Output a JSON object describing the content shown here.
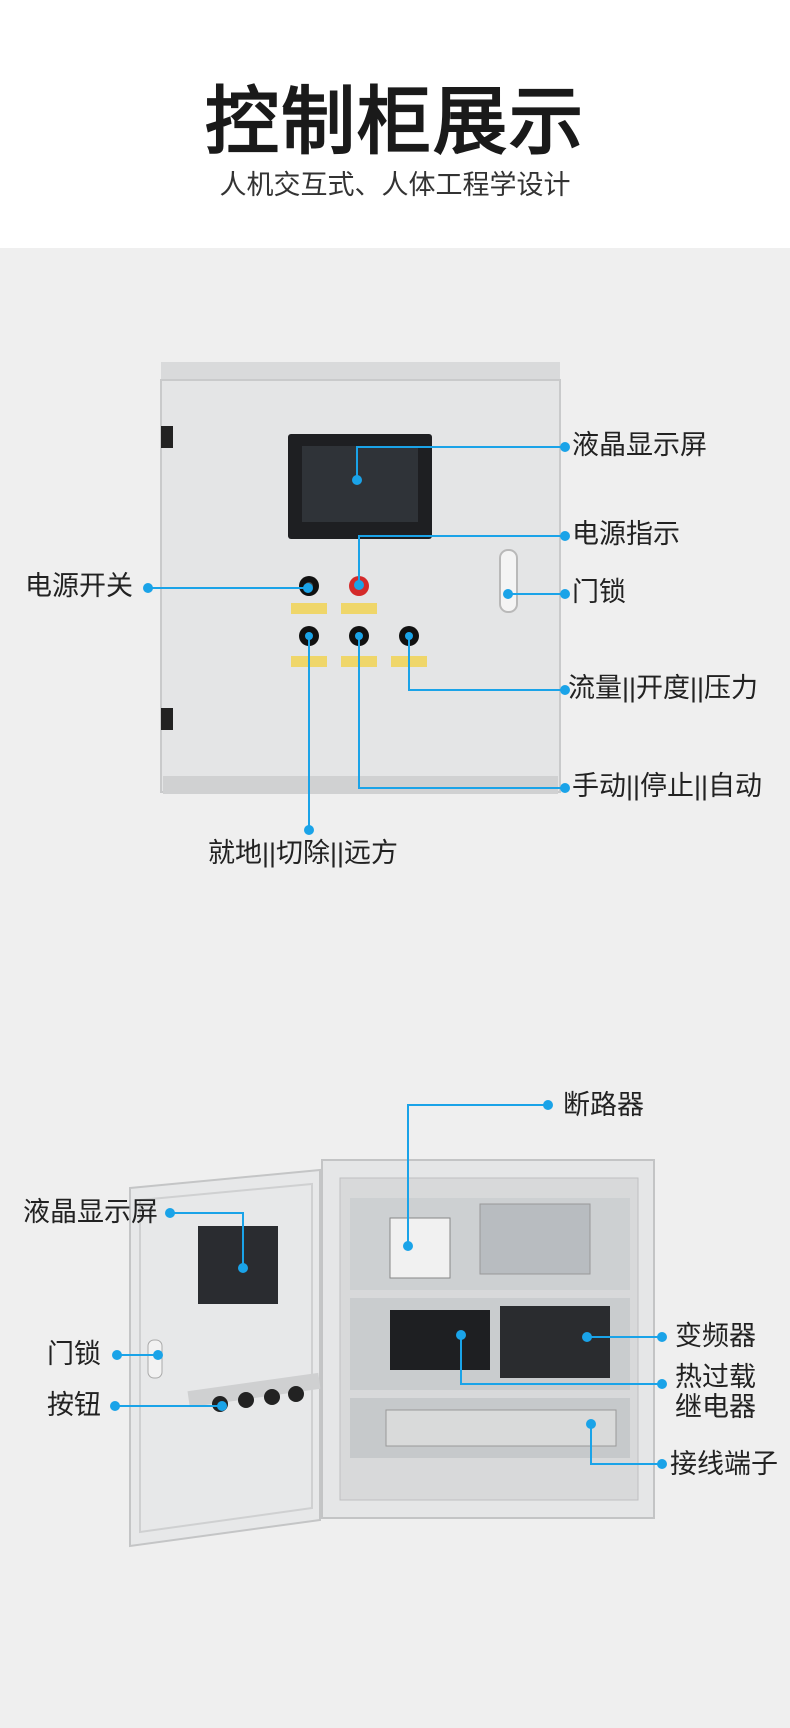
{
  "header": {
    "title": "控制柜展示",
    "subtitle": "人机交互式、人体工程学设计"
  },
  "front_view": {
    "labels": {
      "lcd_screen": "液晶显示屏",
      "power_indicator": "电源指示",
      "power_switch": "电源开关",
      "door_lock": "门锁",
      "flow_open_pressure": "流量||开度||压力",
      "manual_stop_auto": "手动||停止||自动",
      "local_cut_remote": "就地||切除||远方"
    }
  },
  "inside_view": {
    "labels": {
      "circuit_breaker": "断路器",
      "lcd_screen": "液晶显示屏",
      "door_lock": "门锁",
      "button": "按钮",
      "inverter": "变频器",
      "thermal_relay_line1": "热过载",
      "thermal_relay_line2": "继电器",
      "terminal_block": "接线端子"
    }
  },
  "colors": {
    "accent": "#1aa3e8",
    "cabinet": "#e2e3e4",
    "background": "#efefef"
  }
}
